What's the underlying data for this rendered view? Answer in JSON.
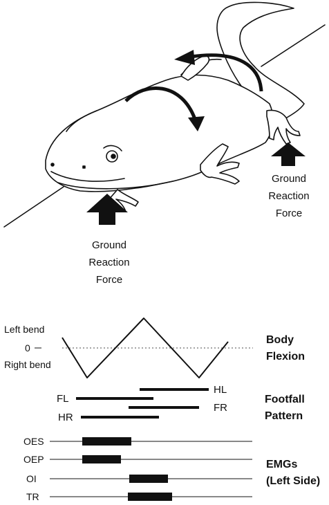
{
  "figure": {
    "ground_reaction_left": [
      "Ground",
      "Reaction",
      "Force"
    ],
    "ground_reaction_right": [
      "Ground",
      "Reaction",
      "Force"
    ]
  },
  "flexion": {
    "label_left_bend": "Left bend",
    "label_zero": "0",
    "label_right_bend": "Right bend",
    "section_title": [
      "Body",
      "Flexion"
    ]
  },
  "footfall": {
    "section_title": [
      "Footfall",
      "Pattern"
    ],
    "limbs": [
      {
        "id": "HL",
        "label": "HL"
      },
      {
        "id": "FL",
        "label": "FL"
      },
      {
        "id": "FR",
        "label": "FR"
      },
      {
        "id": "HR",
        "label": "HR"
      }
    ]
  },
  "emg": {
    "section_title": [
      "EMGs",
      "(Left Side)"
    ],
    "muscles": [
      {
        "label": "OES"
      },
      {
        "label": "OEP"
      },
      {
        "label": "OI"
      },
      {
        "label": "TR"
      }
    ]
  },
  "colors": {
    "ink": "#111111",
    "background": "#ffffff"
  },
  "icons": [
    "salamander-illustration",
    "curved-arrow-icon",
    "up-arrow-icon"
  ]
}
